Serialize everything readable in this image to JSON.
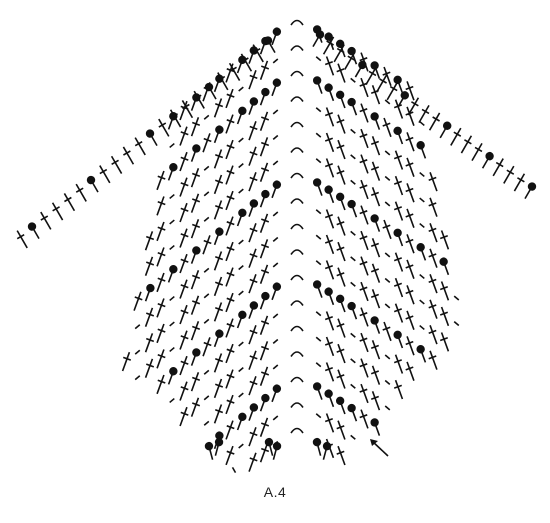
{
  "diagram": {
    "caption": "A.4",
    "ink_color": "#111111",
    "background": "#ffffff",
    "symbols": [
      {
        "key": "dc",
        "icon": "treble-stitch-icon"
      },
      {
        "key": "ch",
        "icon": "chain-space-icon"
      },
      {
        "key": "bobble",
        "icon": "bobble-stitch-icon"
      },
      {
        "key": "arc",
        "icon": "chain-arc-icon"
      }
    ],
    "start_marker": {
      "icon": "direction-arrow-icon"
    }
  }
}
